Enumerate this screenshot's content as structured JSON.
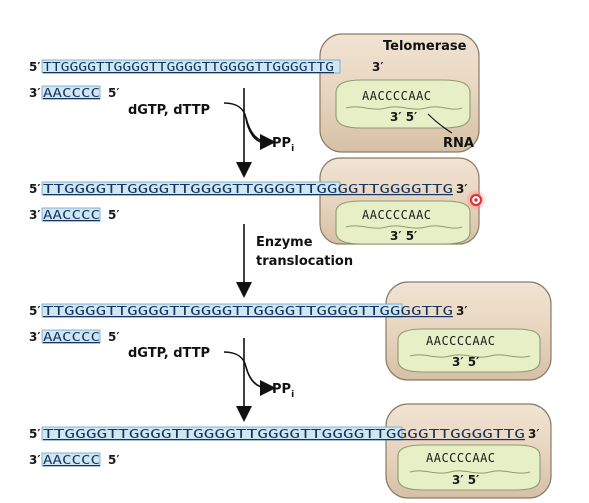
{
  "enzyme_title": "Telomerase",
  "rna_label": "RNA",
  "rna_template": "AACCCCAAC",
  "rna_ends": "3′   5′",
  "five_prime": "5′",
  "three_prime": "3′",
  "stages": [
    {
      "top_strand": "TTGGGGTTGGGGTTGGGGTTGGGGTTGGGGTTG",
      "bottom_strand": "AACCCC"
    },
    {
      "top_strand": "TTGGGGTTGGGGTTGGGGTTGGGGTTGGGGTTGGGGTTG",
      "bottom_strand": "AACCCC"
    },
    {
      "top_strand": "TTGGGGTTGGGGTTGGGGTTGGGGTTGGGGTTGGGGTTG",
      "bottom_strand": "AACCCC"
    },
    {
      "top_strand": "TTGGGGTTGGGGTTGGGGTTGGGGTTGGGGTTGGGGTTGGGGTTG",
      "bottom_strand": "AACCCC"
    }
  ],
  "steps": {
    "substrates": "dGTP, dTTP",
    "pp": "PP",
    "pp_subscript": "i",
    "translocation_line1": "Enzyme",
    "translocation_line2": "translocation"
  },
  "colors": {
    "strand_fill": "#cfe6f3",
    "strand_edge": "#6aa4c6",
    "enzyme_shell": "#e8d8c4",
    "rna_bubble": "#e7efc6",
    "marker_red": "#e0353a"
  }
}
